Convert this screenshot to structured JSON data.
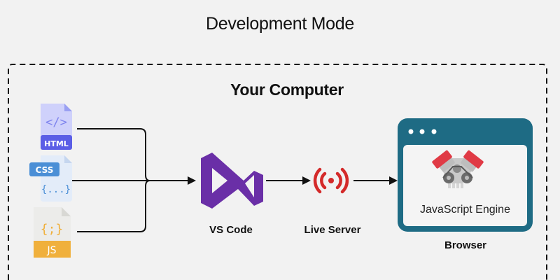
{
  "title": "Development Mode",
  "container": {
    "title": "Your Computer"
  },
  "files": [
    {
      "name": "HTML",
      "glyph": "</>",
      "color": "#5b5ee6",
      "page_color": "#cfd1fb"
    },
    {
      "name": "CSS",
      "glyph": "{...}",
      "color": "#4b8fd6",
      "page_color": "#e3ecf9"
    },
    {
      "name": "JS",
      "glyph": "{;}",
      "color": "#f0b03c",
      "page_color": "#ececea"
    }
  ],
  "nodes": {
    "editor": {
      "label": "VS Code",
      "icon": "visual-studio-icon",
      "color": "#6a2fa7"
    },
    "server": {
      "label": "Live Server",
      "icon": "broadcast-icon",
      "color": "#d42a2a"
    },
    "browser": {
      "label": "Browser",
      "icon": "browser-window-icon",
      "color": "#1e6b84",
      "inner_label": "JavaScript Engine"
    }
  },
  "colors": {
    "background": "#f2f2f2",
    "lines": "#111111"
  }
}
